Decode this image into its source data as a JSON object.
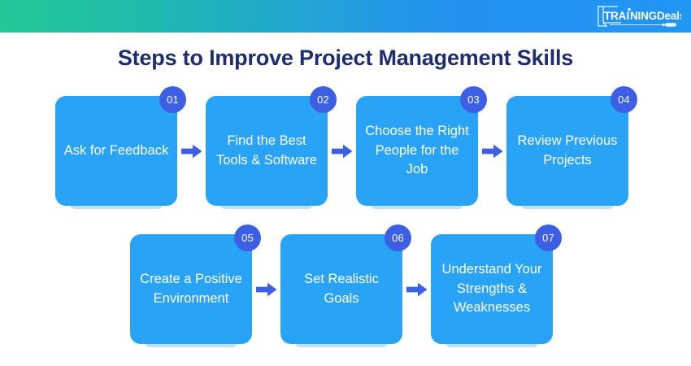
{
  "header": {
    "gradient_from": "#22c79a",
    "gradient_to": "#2196f3",
    "logo": {
      "name": "training-deals-logo",
      "word_one": "TRAINING",
      "word_two": "Deals"
    }
  },
  "title": "Steps to Improve Project Management Skills",
  "colors": {
    "title": "#1f2d6e",
    "card": "#29a3f5",
    "card_base": "#bfe2fb",
    "badge": "#3d5fe3",
    "arrow": "#3d5fe3",
    "card_text": "#ffffff"
  },
  "steps": [
    {
      "number": "01",
      "label": "Ask for Feedback"
    },
    {
      "number": "02",
      "label": "Find the Best Tools & Software"
    },
    {
      "number": "03",
      "label": "Choose the Right People for the Job"
    },
    {
      "number": "04",
      "label": "Review Previous Projects"
    },
    {
      "number": "05",
      "label": "Create a Positive Environment"
    },
    {
      "number": "06",
      "label": "Set Realistic Goals"
    },
    {
      "number": "07",
      "label": "Understand Your Strengths & Weaknesses"
    }
  ],
  "rows": {
    "row_one_step_indices": [
      0,
      1,
      2,
      3
    ],
    "row_two_step_indices": [
      4,
      5,
      6
    ]
  },
  "arrow_icon": "arrow-right-icon"
}
